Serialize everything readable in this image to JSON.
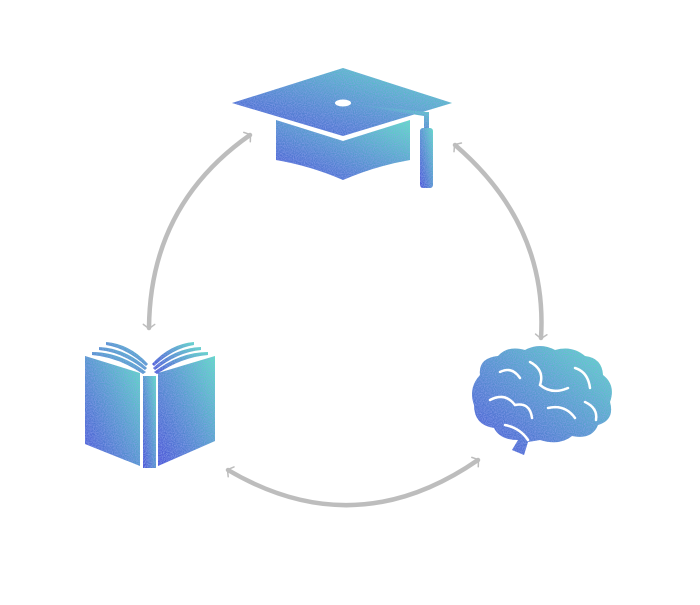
{
  "diagram": {
    "type": "cycle",
    "nodes": [
      {
        "id": "education",
        "icon": "graduation-cap-icon"
      },
      {
        "id": "knowledge",
        "icon": "open-book-icon"
      },
      {
        "id": "mind",
        "icon": "brain-icon"
      }
    ],
    "edges": [
      {
        "from": "education",
        "to": "knowledge",
        "direction": "bidirectional"
      },
      {
        "from": "education",
        "to": "mind",
        "direction": "bidirectional"
      },
      {
        "from": "knowledge",
        "to": "mind",
        "direction": "bidirectional"
      }
    ],
    "colors": {
      "icon_gradient_start": "#4b50d8",
      "icon_gradient_end": "#5fe3c2",
      "arrow": "#bdbdbd",
      "background": "#ffffff"
    }
  }
}
